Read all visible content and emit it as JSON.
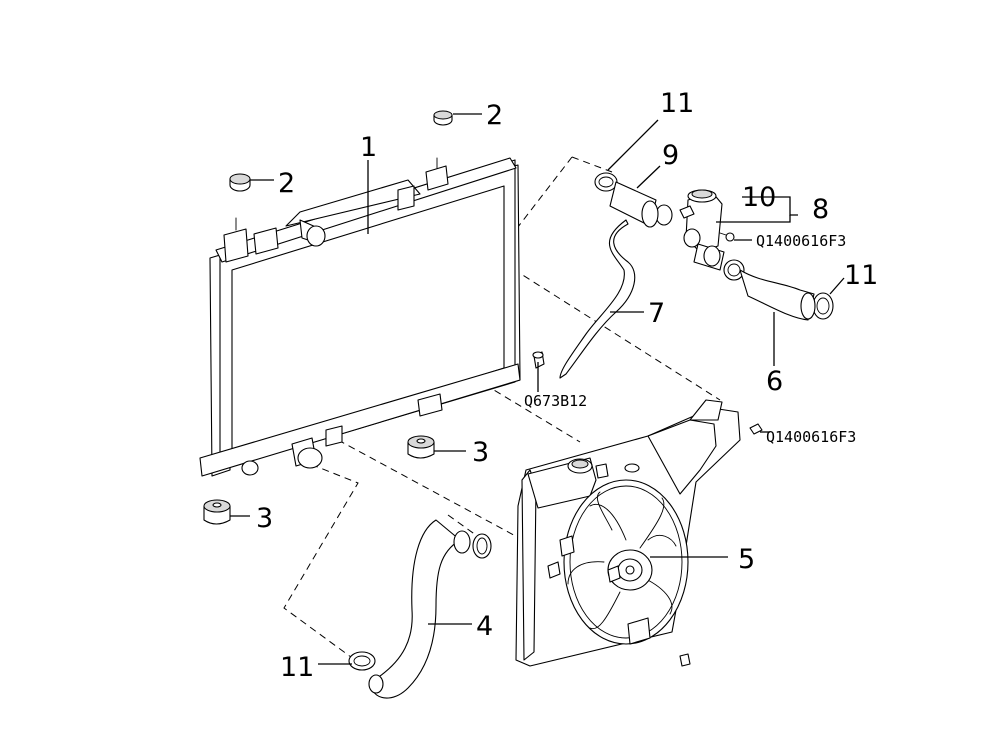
{
  "callouts": {
    "radiator": "1",
    "cap_top": "2",
    "cap_left": "2",
    "mount_right": "3",
    "mount_left": "3",
    "lower_hose": "4",
    "fan": "5",
    "upper_hose": "6",
    "overflow_hose": "7",
    "thermostat_assy": "8",
    "hose_short": "9",
    "thermostat": "10",
    "clamp_top": "11",
    "clamp_right": "11",
    "clamp_bottom": "11"
  },
  "codes": {
    "bolt_upper": "Q1400616F3",
    "bolt_shroud": "Q1400616F3",
    "plug": "Q673B12"
  }
}
